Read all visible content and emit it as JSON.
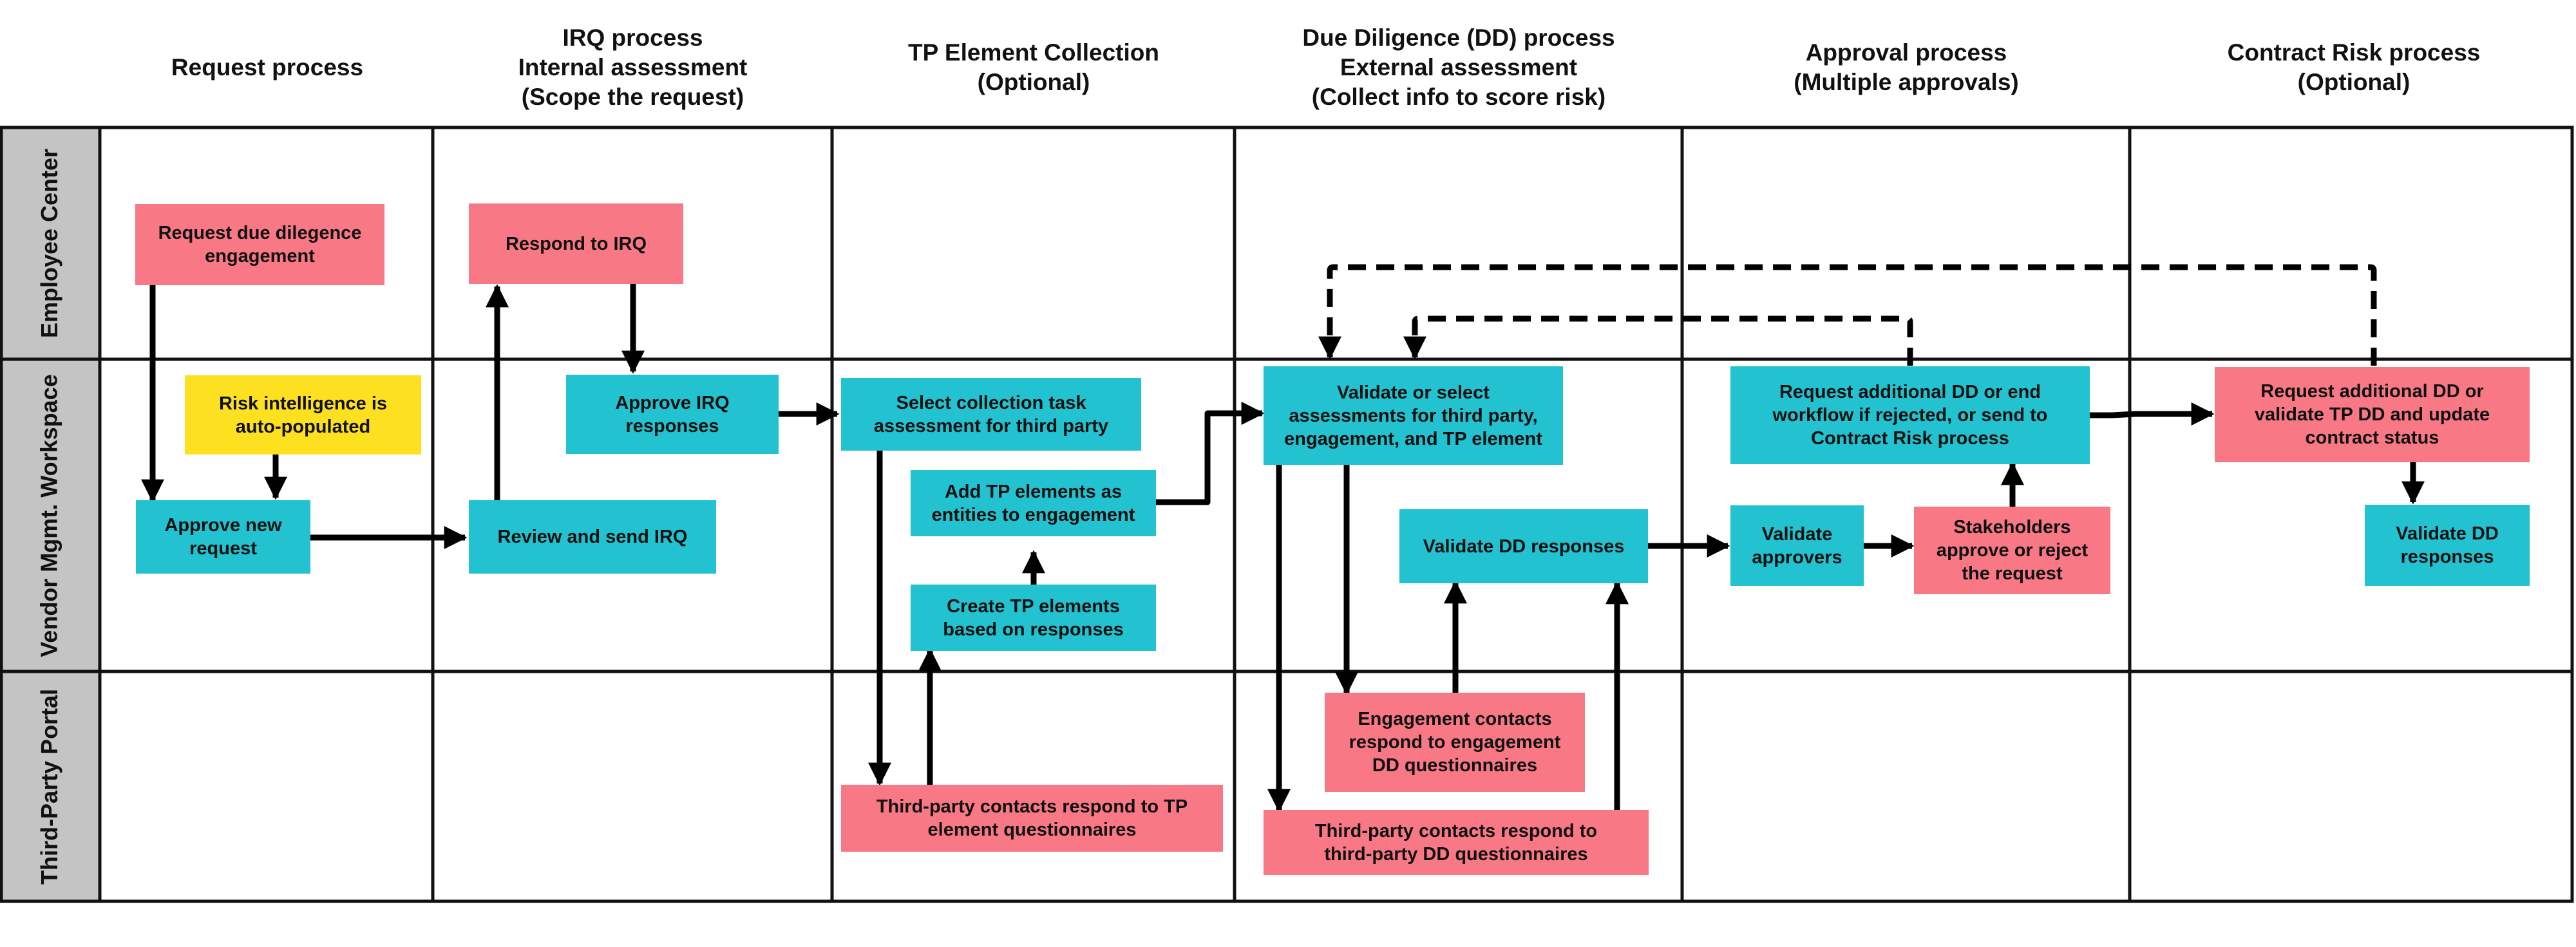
{
  "columns": [
    {
      "label": "Request process"
    },
    {
      "label": "IRQ process\nInternal assessment\n(Scope the request)"
    },
    {
      "label": "TP Element Collection\n(Optional)"
    },
    {
      "label": "Due Diligence (DD) process\nExternal assessment\n(Collect info to score risk)"
    },
    {
      "label": "Approval process\n(Multiple approvals)"
    },
    {
      "label": "Contract Risk process\n(Optional)"
    }
  ],
  "lanes": [
    {
      "label": "Employee  Center"
    },
    {
      "label": "Vendor Mgmt. Workspace"
    },
    {
      "label": "Third-Party Portal"
    }
  ],
  "legend_colors": {
    "employee_action": "#f87886",
    "workspace_action": "#22c2d0",
    "automatic": "#fde020"
  },
  "nodes": {
    "request_dd": "Request due dilegence\nengagement",
    "risk_intel": "Risk intelligence is\nauto-populated",
    "approve_new": "Approve new\nrequest",
    "respond_irq": "Respond to IRQ",
    "approve_irq": "Approve IRQ\nresponses",
    "review_send": "Review and send IRQ",
    "select_task": "Select collection task\nassessment for third party",
    "add_tp": "Add TP elements as\nentities to engagement",
    "create_tp": "Create TP elements\nbased on responses",
    "tp_respond_element": "Third-party contacts respond to TP\nelement questionnaires",
    "validate_select": "Validate or select\nassessments for third party,\nengagement, and TP element",
    "validate_dd": "Validate DD responses",
    "engagement_contacts": "Engagement contacts\nrespond to engagement\nDD questionnaires",
    "tp_respond_dd": "Third-party contacts respond to\nthird-party DD questionnaires",
    "request_additional": "Request additional DD or end\nworkflow if rejected, or send to\nContract Risk process",
    "validate_approvers": "Validate\napprovers",
    "stakeholders": "Stakeholders\napprove or reject\nthe request",
    "request_validate_tp": "Request additional DD or\nvalidate TP DD and update\ncontract status",
    "validate_dd_cr": "Validate DD\nresponses"
  }
}
